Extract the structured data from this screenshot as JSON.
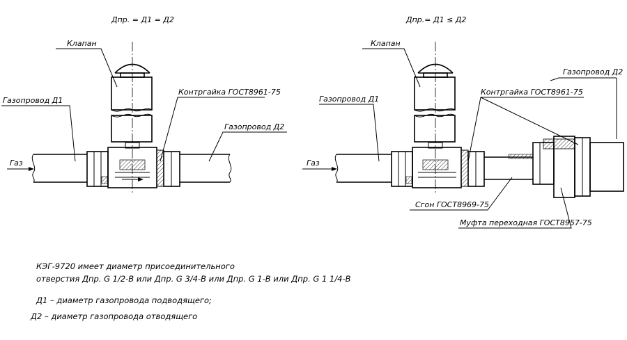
{
  "left": {
    "formula": "Дпр. = Д1 = Д2",
    "valve_label": "Клапан",
    "pipe_in_label": "Газопровод Д1",
    "locknut_label": "Контргайка ГОСТ8961-75",
    "pipe_out_label": "Газопровод Д2",
    "gas_label": "Газ"
  },
  "right": {
    "formula": "Дпр.= Д1 ≤ Д2",
    "valve_label": "Клапан",
    "pipe_in_label": "Газопровод Д1",
    "locknut_label": "Контргайка ГОСТ8961-75",
    "pipe_out_label": "Газопровод Д2",
    "gas_label": "Газ",
    "sgon_label": "Сгон ГОСТ8969-75",
    "coupling_label": "Муфта переходная ГОСТ8957-75"
  },
  "notes": {
    "line1": "КЭГ-9720 имеет диаметр присоединительного",
    "line2": "отверстия Дпр. G 1/2-В или Дпр. G 3/4-В или Дпр. G 1-В или Дпр. G 1 1/4-В",
    "line3": "Д1 – диаметр газопровода подводящего;",
    "line4": "Д2 – диаметр газопровода отводящего"
  }
}
